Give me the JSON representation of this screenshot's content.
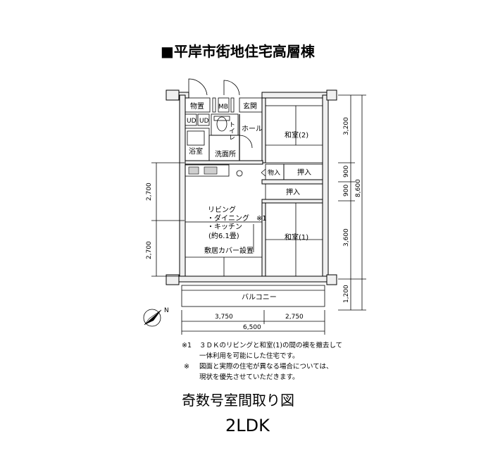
{
  "title": "■平岸市街地住宅高層棟",
  "rooms": {
    "storage": "物置",
    "mb": "MB",
    "entrance": "玄関",
    "ud1": "UD",
    "ud2": "UD",
    "toilet": "トイレ",
    "hall": "ホール",
    "bath": "浴室",
    "washroom": "洗面所",
    "washitsu2": "和室(2)",
    "closet_small": "物入",
    "oshiire1": "押入",
    "oshiire2": "押入",
    "living_line1": "リビング",
    "living_line2": "・ダイニング　※1",
    "living_line3": "・キッチン",
    "living_line4": "(約6.1畳)",
    "shikii": "敷居カバー設置",
    "washitsu1": "和室(1)",
    "balcony": "バルコニー"
  },
  "dimensions": {
    "left_top": "2,700",
    "left_bottom": "2,700",
    "right_1": "3,200",
    "right_2": "900",
    "right_3": "900",
    "right_4": "3,600",
    "right_5": "1,200",
    "right_total": "8,600",
    "bottom_left": "3,750",
    "bottom_right": "2,750",
    "bottom_total": "6,500"
  },
  "compass": {
    "label": "N",
    "icon": "north-arrow-icon"
  },
  "notes": [
    {
      "mark": "※1",
      "text": "３ＤＫのリビングと和室(1)の間の襖を撤去して"
    },
    {
      "mark": "",
      "text": "一体利用を可能にした住宅です。"
    },
    {
      "mark": "※",
      "text": "図面と実際の住宅が異なる場合については、"
    },
    {
      "mark": "",
      "text": "現状を優先させていただきます。"
    }
  ],
  "footer": {
    "caption": "奇数号室間取り図",
    "layout_type": "2LDK"
  }
}
